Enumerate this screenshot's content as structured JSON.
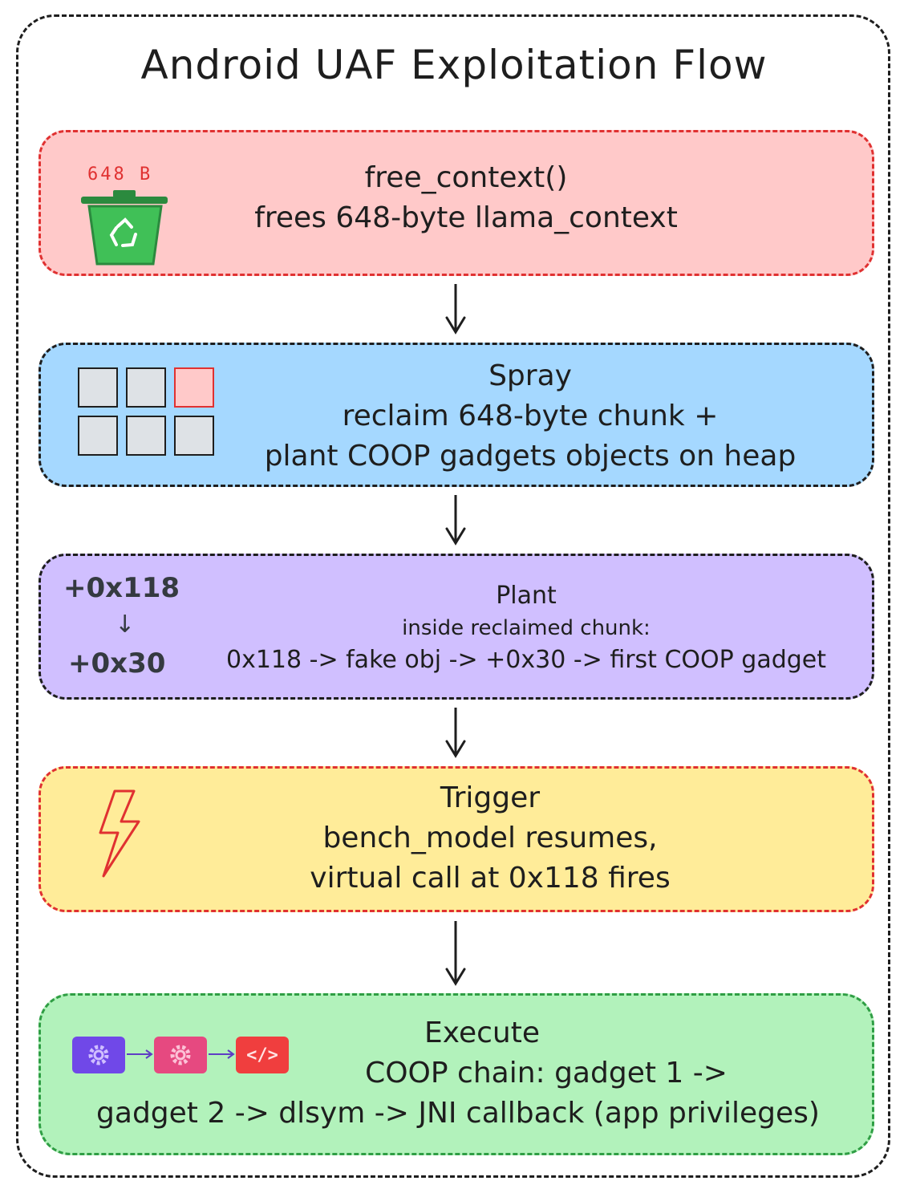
{
  "title": "Android UAF Exploitation Flow",
  "steps": [
    {
      "lines": [
        "free_context()",
        "frees 648-byte llama_context"
      ],
      "icon": "trash-bin-recycle-icon",
      "icon_label": "648 B"
    },
    {
      "lines": [
        "Spray",
        "reclaim 648-byte chunk +",
        "plant COOP gadgets objects on heap"
      ],
      "icon": "heap-grid-icon"
    },
    {
      "lines": [
        "Plant",
        "inside reclaimed chunk:",
        "0x118 -> fake obj -> +0x30 -> first COOP gadget"
      ],
      "offset_top": "+0x118",
      "offset_arrow": "↓",
      "offset_bottom": "+0x30"
    },
    {
      "lines": [
        "Trigger",
        "bench_model resumes,",
        "virtual call at 0x118 fires"
      ],
      "icon": "lightning-icon"
    },
    {
      "lines": [
        "Execute",
        "COOP chain: gadget 1 ->",
        "gadget 2 -> dlsym -> JNI callback (app privileges)"
      ],
      "icon": "gadget-chain-icon",
      "code_glyph": "</>"
    }
  ],
  "colors": {
    "red_box": "#ffc9c9",
    "blue_box": "#a5d8ff",
    "purple_box": "#d0bfff",
    "yellow_box": "#ffec99",
    "green_box": "#b2f2bb",
    "red_stroke": "#e03131",
    "green_stroke": "#2f9e44"
  }
}
